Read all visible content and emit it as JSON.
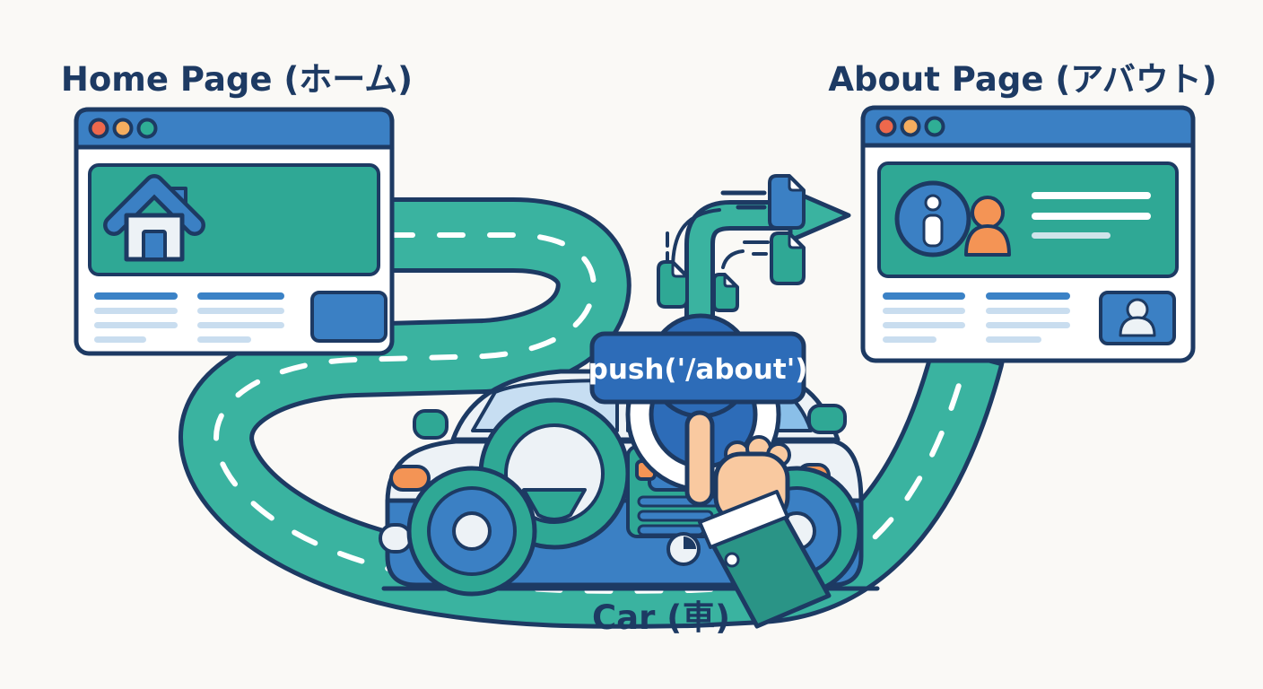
{
  "scene": {
    "home_window_title": "Home Page (ホーム)",
    "about_window_title": "About Page (アバウト)",
    "car_label": "Car (車)",
    "push_label": "push('/about')"
  },
  "colors": {
    "navy": "#1d3a63",
    "blue": "#3b80c4",
    "badgeBlue": "#2d6cb8",
    "teal": "#2fa895",
    "roadTeal": "#3ab3a0",
    "orange": "#f49455",
    "dotRed": "#ee684c",
    "dotOrange": "#f5ad5f",
    "dotTeal": "#2fae95",
    "skyBlue": "#c7def2",
    "midBlue": "#8abfe8",
    "skin": "#f9c9a0",
    "paper": "#faf9f6",
    "panelWhite": "#edf2f6",
    "lineBlue": "#3b82c6",
    "lineLight": "#c9ddef",
    "sleeve": "#2a9486",
    "white": "#ffffff"
  },
  "icons": {
    "home_icon": "house",
    "info_icon": "letter-i-circle",
    "user_icon": "person-silhouette",
    "profile_card_icon": "person-card",
    "file_icon": "document-folded-corner",
    "arrow_icon": "bent-right-arrow",
    "hand_cursor_icon": "pointing-hand",
    "traffic_lights": "three-dots",
    "steering_wheel_icon": "steering-wheel"
  }
}
